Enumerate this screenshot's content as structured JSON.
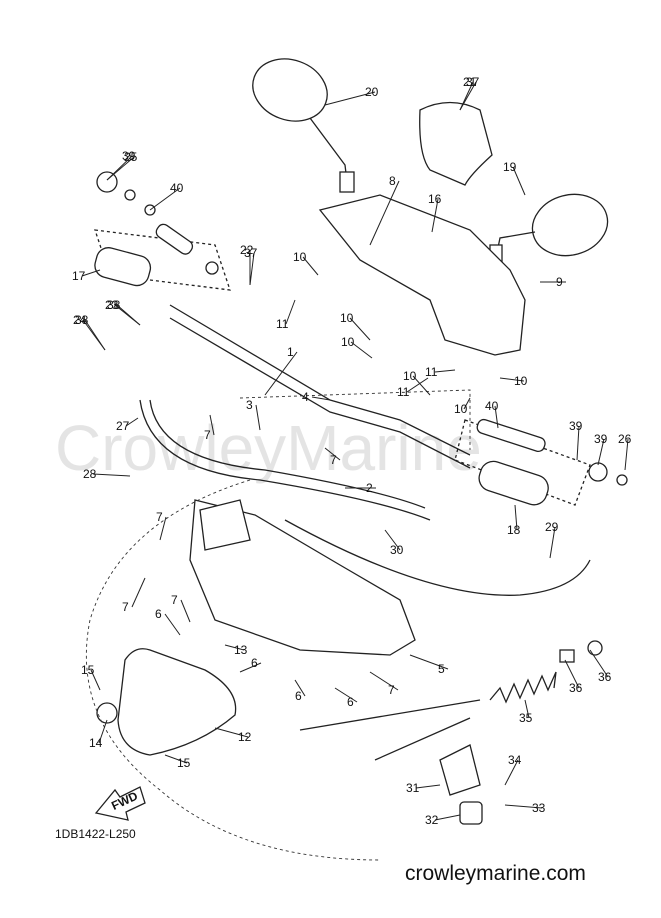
{
  "diagram": {
    "drawing_code": "1DB1422-L250",
    "watermark": "crowleymarine.com",
    "ghost_watermark": "CrowleyMarine",
    "fwd_label": "FWD",
    "callouts": [
      "1",
      "2",
      "3",
      "4",
      "5",
      "6",
      "6",
      "6",
      "6",
      "7",
      "7",
      "7",
      "7",
      "7",
      "7",
      "8",
      "9",
      "10",
      "10",
      "10",
      "10",
      "10",
      "10",
      "11",
      "11",
      "11",
      "12",
      "13",
      "14",
      "15",
      "15",
      "16",
      "17",
      "18",
      "19",
      "20",
      "21",
      "22",
      "23",
      "24",
      "25",
      "26",
      "27",
      "28",
      "29",
      "30",
      "31",
      "32",
      "33",
      "34",
      "35",
      "36",
      "36",
      "37",
      "37",
      "38",
      "38",
      "39",
      "39",
      "39",
      "39",
      "40",
      "40"
    ]
  }
}
